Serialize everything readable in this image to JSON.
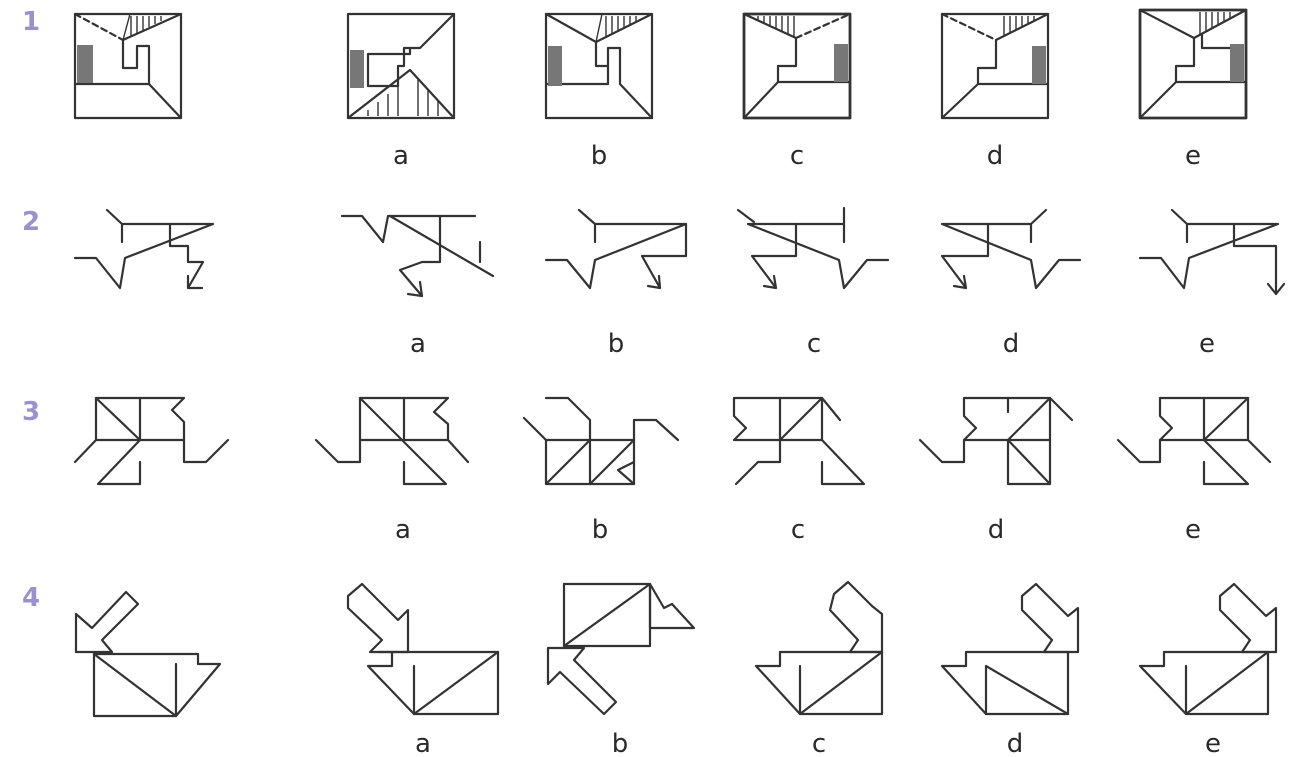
{
  "rows": [
    {
      "number": "1",
      "options": [
        "a",
        "b",
        "c",
        "d",
        "e"
      ]
    },
    {
      "number": "2",
      "options": [
        "a",
        "b",
        "c",
        "d",
        "e"
      ]
    },
    {
      "number": "3",
      "options": [
        "a",
        "b",
        "c",
        "d",
        "e"
      ]
    },
    {
      "number": "4",
      "options": [
        "a",
        "b",
        "c",
        "d",
        "e"
      ]
    }
  ],
  "colors": {
    "row_number": "#9a92cc",
    "line": "#333333",
    "shading": "#777777"
  }
}
